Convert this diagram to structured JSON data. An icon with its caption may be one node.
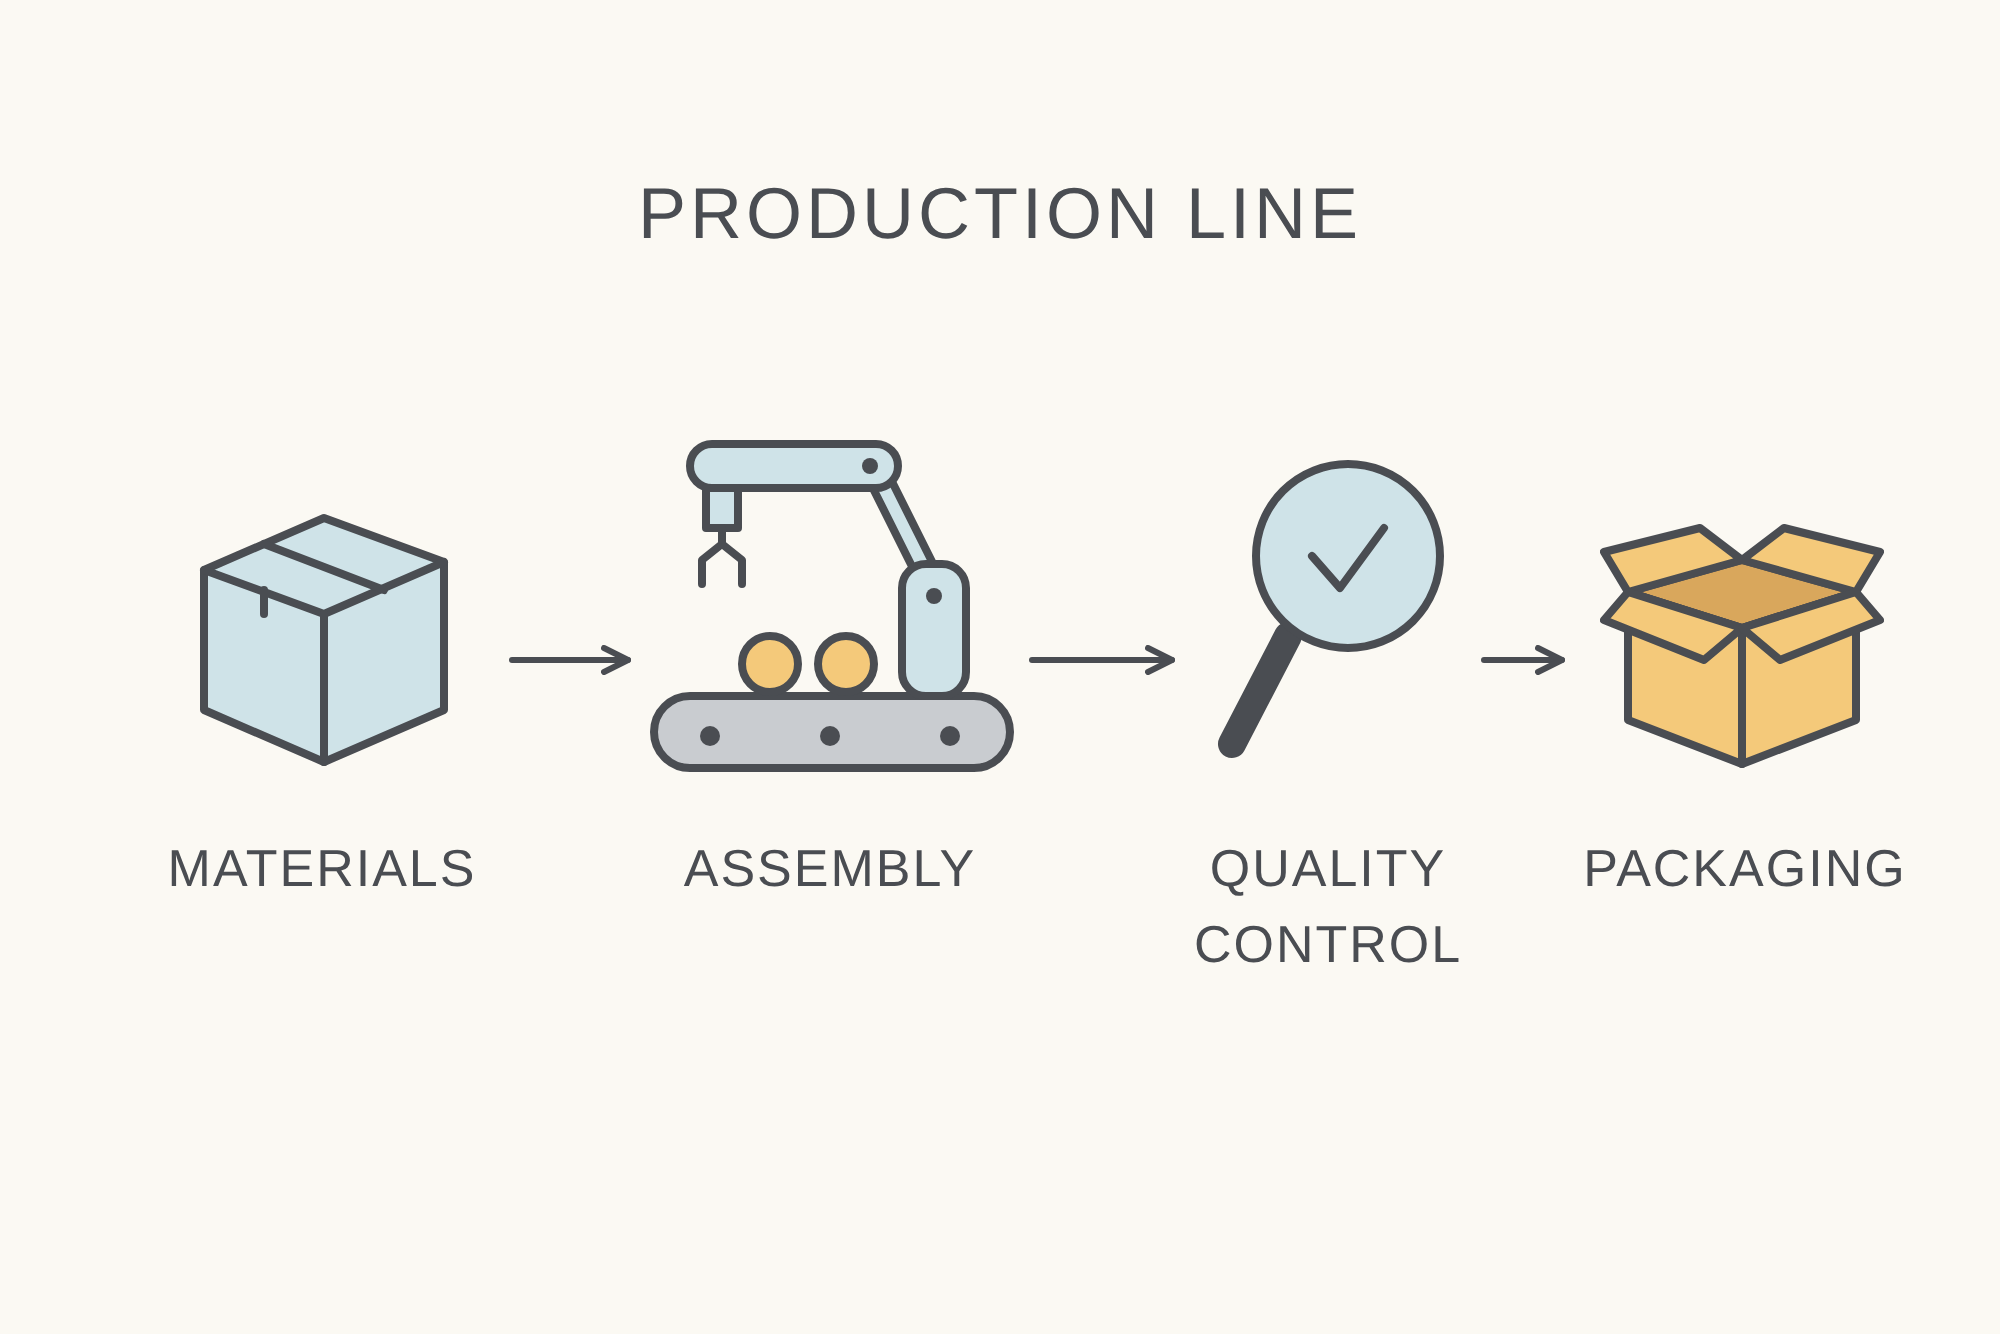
{
  "diagram": {
    "title": "PRODUCTION LINE",
    "nodes": [
      {
        "text": [
          "MATERIALS"
        ]
      },
      {
        "text": [
          "ASSEMBLY"
        ]
      },
      {
        "text": [
          "QUALITY CONTROL"
        ]
      },
      {
        "text": [
          "PACKAGING"
        ]
      }
    ],
    "edges": [
      {
        "from": 0,
        "to": 1,
        "arrow": "to"
      },
      {
        "from": 1,
        "to": 2,
        "arrow": "to"
      },
      {
        "from": 2,
        "to": 3,
        "arrow": "to"
      }
    ]
  }
}
